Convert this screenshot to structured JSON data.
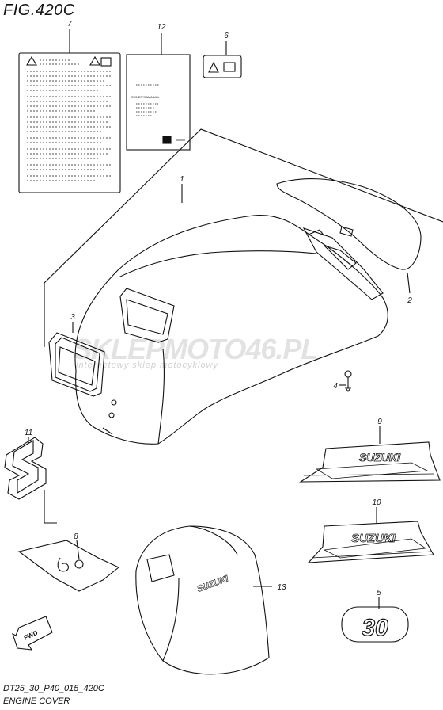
{
  "figure": {
    "title": "FIG.420C",
    "footer_code": "DT25_30_P40_015_420C",
    "footer_name": "ENGINE COVER"
  },
  "watermark": {
    "brand": "SKLEPMOTO46.PL",
    "tagline": "internetowy sklep motocyklowy"
  },
  "callouts": {
    "c1": "1",
    "c2": "2",
    "c3": "3",
    "c4": "4",
    "c5": "5",
    "c6": "6",
    "c7": "7",
    "c8": "8",
    "c9": "9",
    "c10": "10",
    "c11": "11",
    "c12": "12",
    "c13": "13"
  },
  "decals": {
    "owners_manual": "OWNER'S MANUAL",
    "suzuki_9": "SUZUKI",
    "suzuki_10": "SUZUKI",
    "suzuki_cover": "SUZUKI",
    "model_number": "30",
    "fwd": "FWD"
  }
}
